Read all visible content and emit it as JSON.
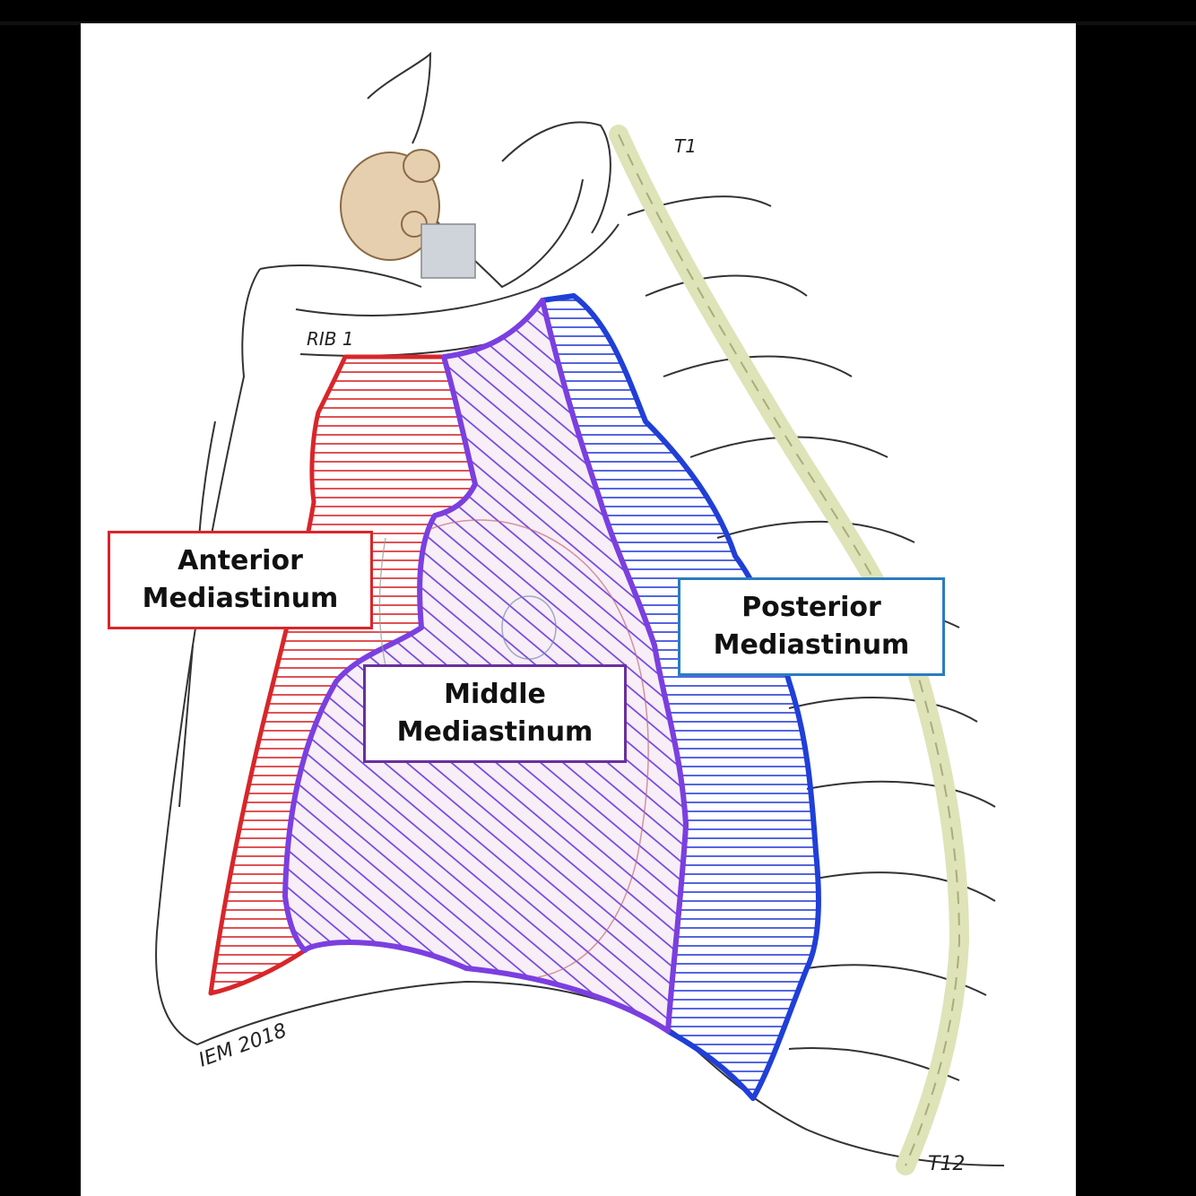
{
  "labels": {
    "anterior": {
      "line1": "Anterior",
      "line2": "Mediastinum"
    },
    "middle": {
      "line1": "Middle",
      "line2": "Mediastinum"
    },
    "posterior": {
      "line1": "Posterior",
      "line2": "Mediastinum"
    }
  },
  "annotations": {
    "rib1": "RIB 1",
    "t1": "T1",
    "t12": "T12",
    "signature": "IEM 2018"
  },
  "colors": {
    "anterior": "#d8262a",
    "middle": "#7b3fe0",
    "posterior": "#1f3fd8",
    "spine": "#dfe3b8"
  }
}
